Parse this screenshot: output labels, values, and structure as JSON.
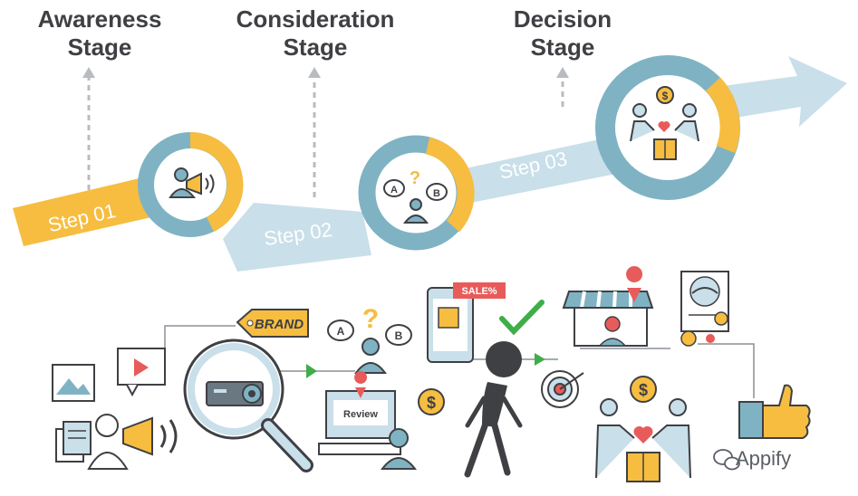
{
  "stages": [
    {
      "title_line1": "Awareness",
      "title_line2": "Stage",
      "step": "Step 01"
    },
    {
      "title_line1": "Consideration",
      "title_line2": "Stage",
      "step": "Step 02"
    },
    {
      "title_line1": "Decision",
      "title_line2": "Stage",
      "step": "Step 03"
    }
  ],
  "illustration": {
    "brand_tag": "BRAND",
    "sale_tag": "SALE%",
    "review_label": "Review",
    "option_a": "A",
    "option_b": "B",
    "currency": "$"
  },
  "watermark": "Appify",
  "colors": {
    "yellow": "#f6bd41",
    "teal": "#7fb3c3",
    "light_blue": "#c9dfea",
    "dark": "#3f4044"
  }
}
